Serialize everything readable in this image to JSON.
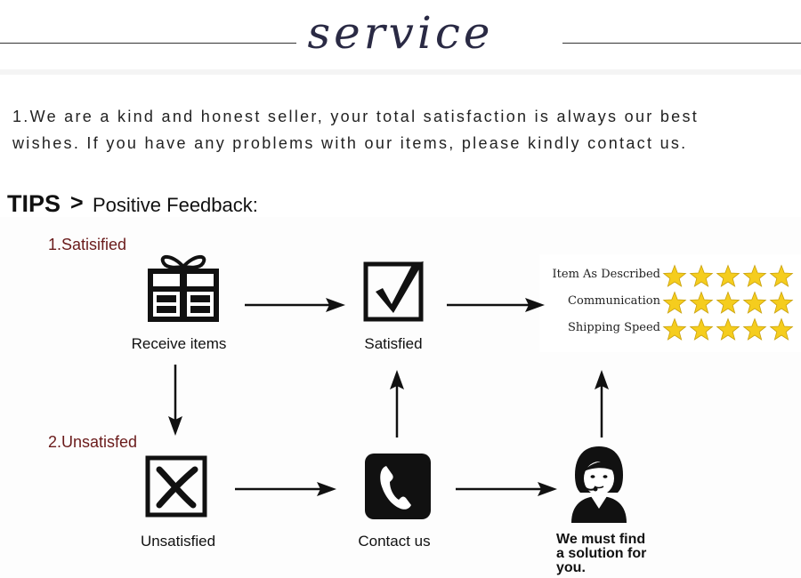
{
  "header": {
    "title": "service"
  },
  "intro": {
    "line1": "1.We are a kind and honest seller, your total satisfaction is always our best",
    "line2": "wishes. If you have any problems with our items, please kindly contact us."
  },
  "tips": {
    "label": "TIPS",
    "separator": ">",
    "subtitle": "Positive Feedback:"
  },
  "flow": {
    "satisfied_label": "1.Satisified",
    "unsatisfied_label": "2.Unsatisfed",
    "receive_caption": "Receive items",
    "satisfied_caption": "Satisfied",
    "unsatisfied_caption": "Unsatisfied",
    "contact_caption": "Contact us",
    "solution_line1": "We must find",
    "solution_line2": "a solution for",
    "solution_line3": "you."
  },
  "ratings": [
    {
      "label": "Item As Described",
      "stars": 5
    },
    {
      "label": "Communication",
      "stars": 5
    },
    {
      "label": "Shipping Speed",
      "stars": 5
    }
  ],
  "colors": {
    "star_fill": "#f5cd1e",
    "section_label": "#6a1b1b"
  }
}
